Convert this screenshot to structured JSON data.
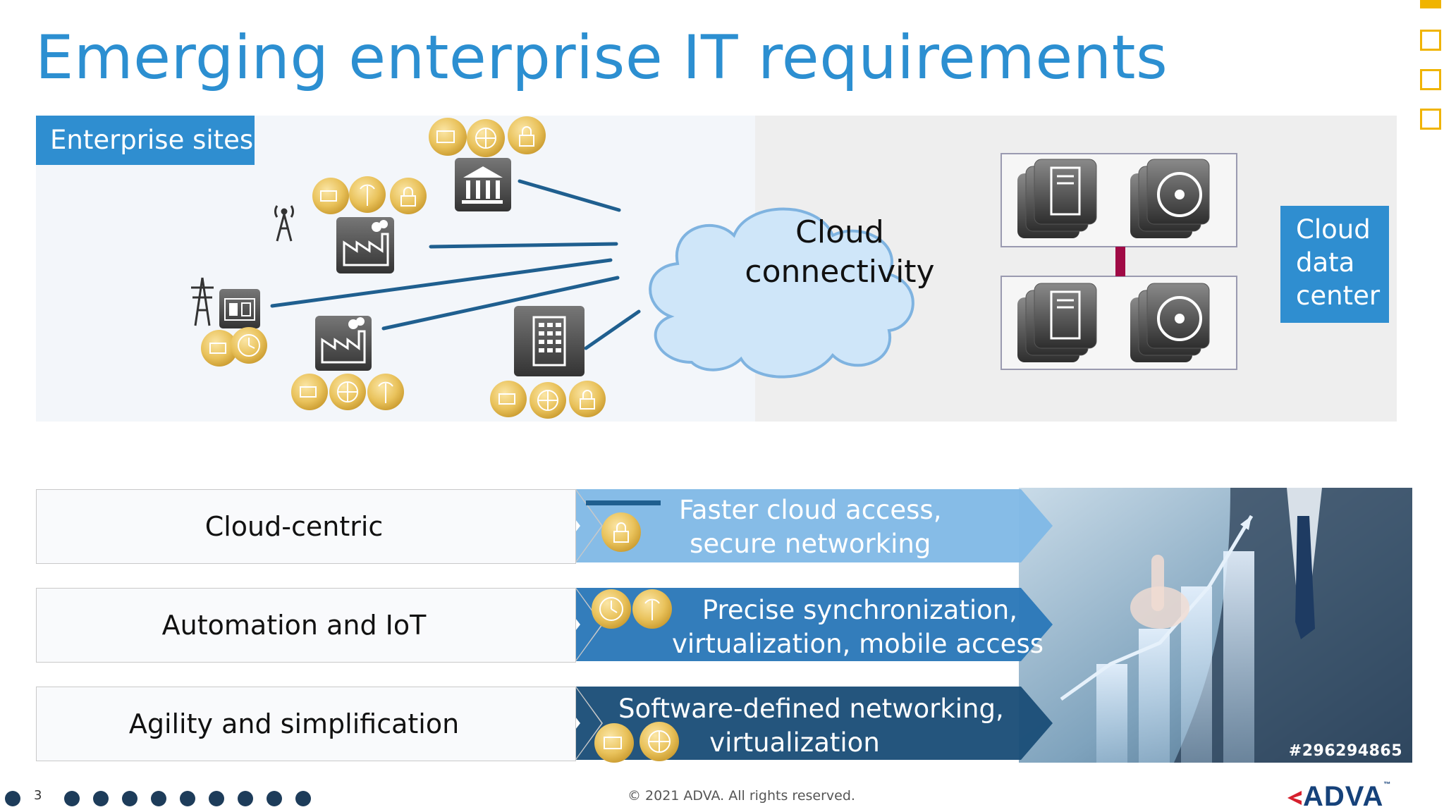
{
  "slide": {
    "title": "Emerging enterprise IT requirements",
    "page_number": "3",
    "copyright": "© 2021 ADVA. All rights reserved."
  },
  "diagram": {
    "enterprise_label": "Enterprise sites",
    "cloud_lines": [
      "Cloud",
      "connectivity"
    ],
    "datacenter_lines": [
      "Cloud",
      "data",
      "center"
    ]
  },
  "rows": [
    {
      "label": "Cloud-centric",
      "detail_lines": [
        "Faster cloud access,",
        "secure networking"
      ],
      "color": "#7fb8e6"
    },
    {
      "label": "Automation and IoT",
      "detail_lines": [
        "Precise synchronization,",
        "virtualization, mobile access"
      ],
      "color": "#2b78b8"
    },
    {
      "label": "Agility and simplification",
      "detail_lines": [
        "Software-defined networking,",
        "virtualization"
      ],
      "color": "#1b4e78"
    }
  ],
  "photo": {
    "stock_id": "#296294865"
  },
  "brand": {
    "logo_text": "ADVA",
    "logo_tm": "™",
    "accent": "#2c8fd1",
    "gold": "#e6bf55",
    "deco": "#f0b400",
    "logo_color": "#16427a"
  },
  "footer_dot_count": 9
}
